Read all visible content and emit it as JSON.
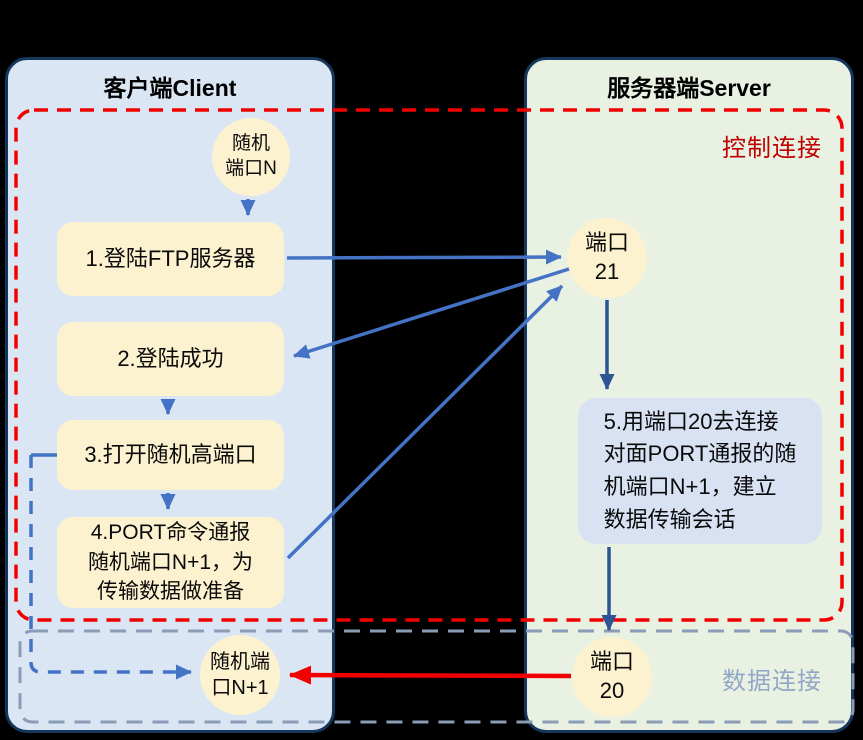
{
  "client": {
    "title": "客户端Client"
  },
  "server": {
    "title": "服务器端Server"
  },
  "nodes": {
    "random_port_n": "随机\n端口N",
    "port_21": "端口\n21",
    "random_port_n_plus_1": "随机端\n口N+1",
    "port_20": "端口\n20"
  },
  "steps": {
    "s1": "1.登陆FTP服务器",
    "s2": "2.登陆成功",
    "s3": "3.打开随机高端口",
    "s4": "4.PORT命令通报\n随机端口N+1，为\n传输数据做准备",
    "s5": "5.用端口20去连接\n对面PORT通报的随\n机端口N+1，建立\n数据传输会话"
  },
  "regions": {
    "control_connection": "控制连接",
    "data_connection": "数据连接"
  },
  "colors": {
    "background": "#000000",
    "client_panel_fill": "#dbe6f4",
    "server_panel_fill": "#e9f1e2",
    "panel_border": "#16375c",
    "node_fill": "#fdf2cf",
    "step5_fill": "#d9e2f3",
    "arrow_blue": "#4472c4",
    "arrow_navy": "#2e5496",
    "control_dash_red": "#f20000",
    "control_label_red": "#c00000",
    "data_dash_gray": "#8b9cb7",
    "data_label_gray": "#91a7c6"
  }
}
